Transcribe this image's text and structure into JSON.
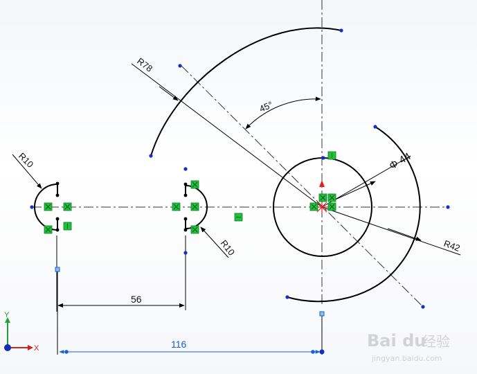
{
  "sketch": {
    "dimensions": {
      "r78": "R78",
      "angle": "45°",
      "diameter": "Φ 44",
      "r42": "R42",
      "r10_left": "R10",
      "r10_mid": "R10",
      "dist_56": "56",
      "dist_116": "116"
    },
    "axis": {
      "x_label": "X",
      "y_label": "Y"
    }
  },
  "watermark": {
    "brand": "Bai du",
    "suffix": "经验",
    "url": "jingyan.baidu.com"
  }
}
